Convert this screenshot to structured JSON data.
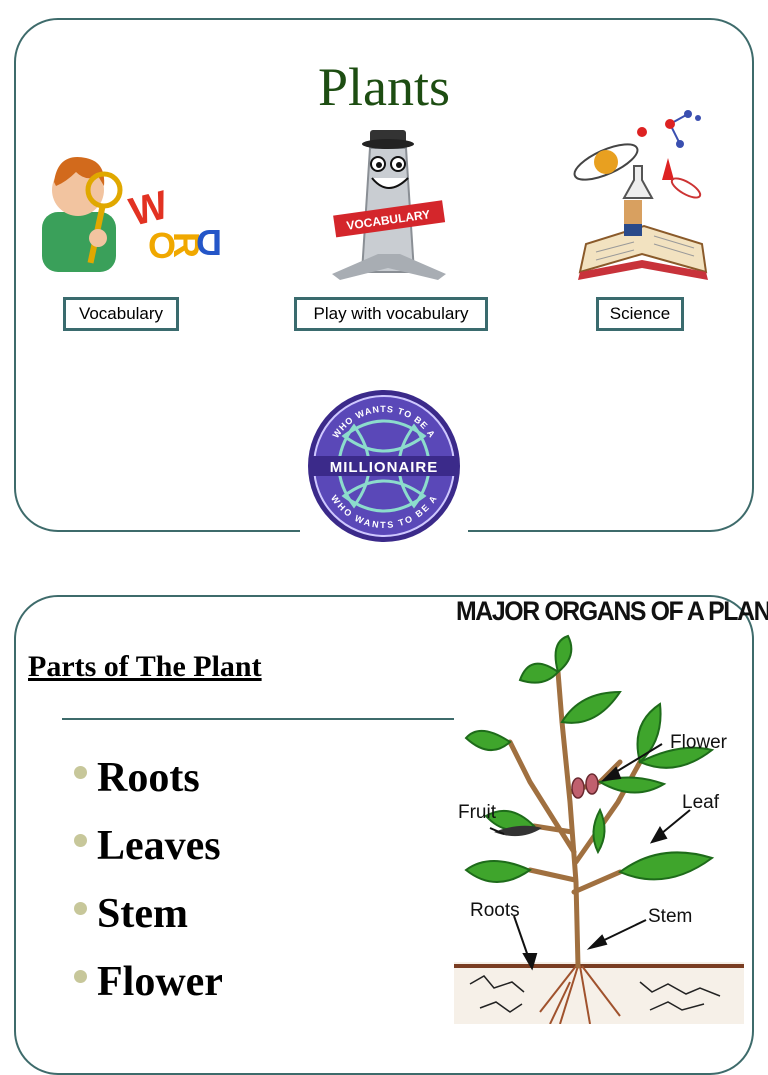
{
  "slide1": {
    "title": "Plants",
    "buttons": [
      {
        "label": "Vocabulary"
      },
      {
        "label": "Play with vocabulary"
      },
      {
        "label": "Science"
      }
    ],
    "clipart": {
      "word_letters": [
        "W",
        "O",
        "R",
        "D"
      ],
      "vocabulary_sign": "VOCABULARY",
      "millionaire": {
        "top_text": "WHO WANTS TO BE A",
        "center_text": "MILLIONAIRE",
        "bottom_text": "WHO WANTS TO BE A"
      }
    }
  },
  "slide2": {
    "title": "Parts of The Plant",
    "bullets": [
      "Roots",
      "Leaves",
      "Stem",
      "Flower"
    ],
    "diagram": {
      "title": "MAJOR ORGANS OF A PLANT",
      "labels": {
        "flower": "Flower",
        "leaf": "Leaf",
        "fruit": "Fruit",
        "roots": "Roots",
        "stem": "Stem"
      }
    }
  },
  "colors": {
    "border": "#3e6b6b",
    "title_green": "#1d4d12",
    "bullet_dot": "#c7c79a",
    "leaf_green": "#3fa52c"
  }
}
